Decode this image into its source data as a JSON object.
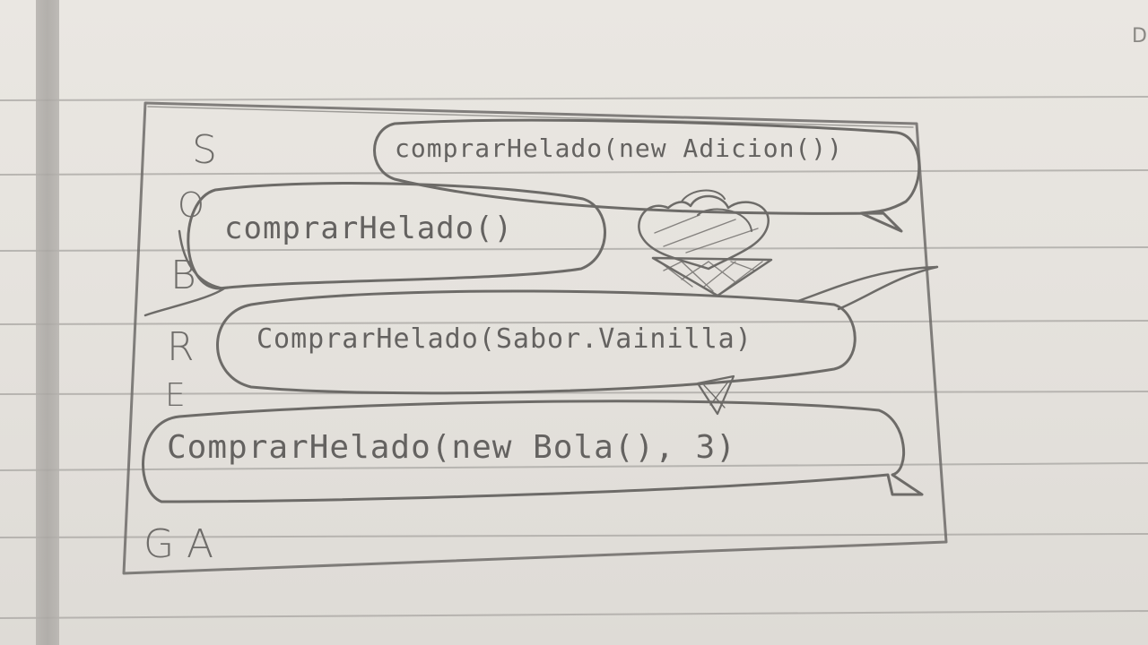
{
  "side_letters": [
    "S",
    "O",
    "B",
    "R",
    "E",
    "G",
    "A"
  ],
  "bubbles": [
    "comprarHelado(new Adicion())",
    "comprarHelado()",
    "ComprarHelado(Sabor.Vainilla)",
    "ComprarHelado(new Bola(), 3)"
  ],
  "corner_mark": "D",
  "colors": {
    "paper": "#e6e3de",
    "pencil": "#646260",
    "rule_line": "#9f9d99"
  }
}
